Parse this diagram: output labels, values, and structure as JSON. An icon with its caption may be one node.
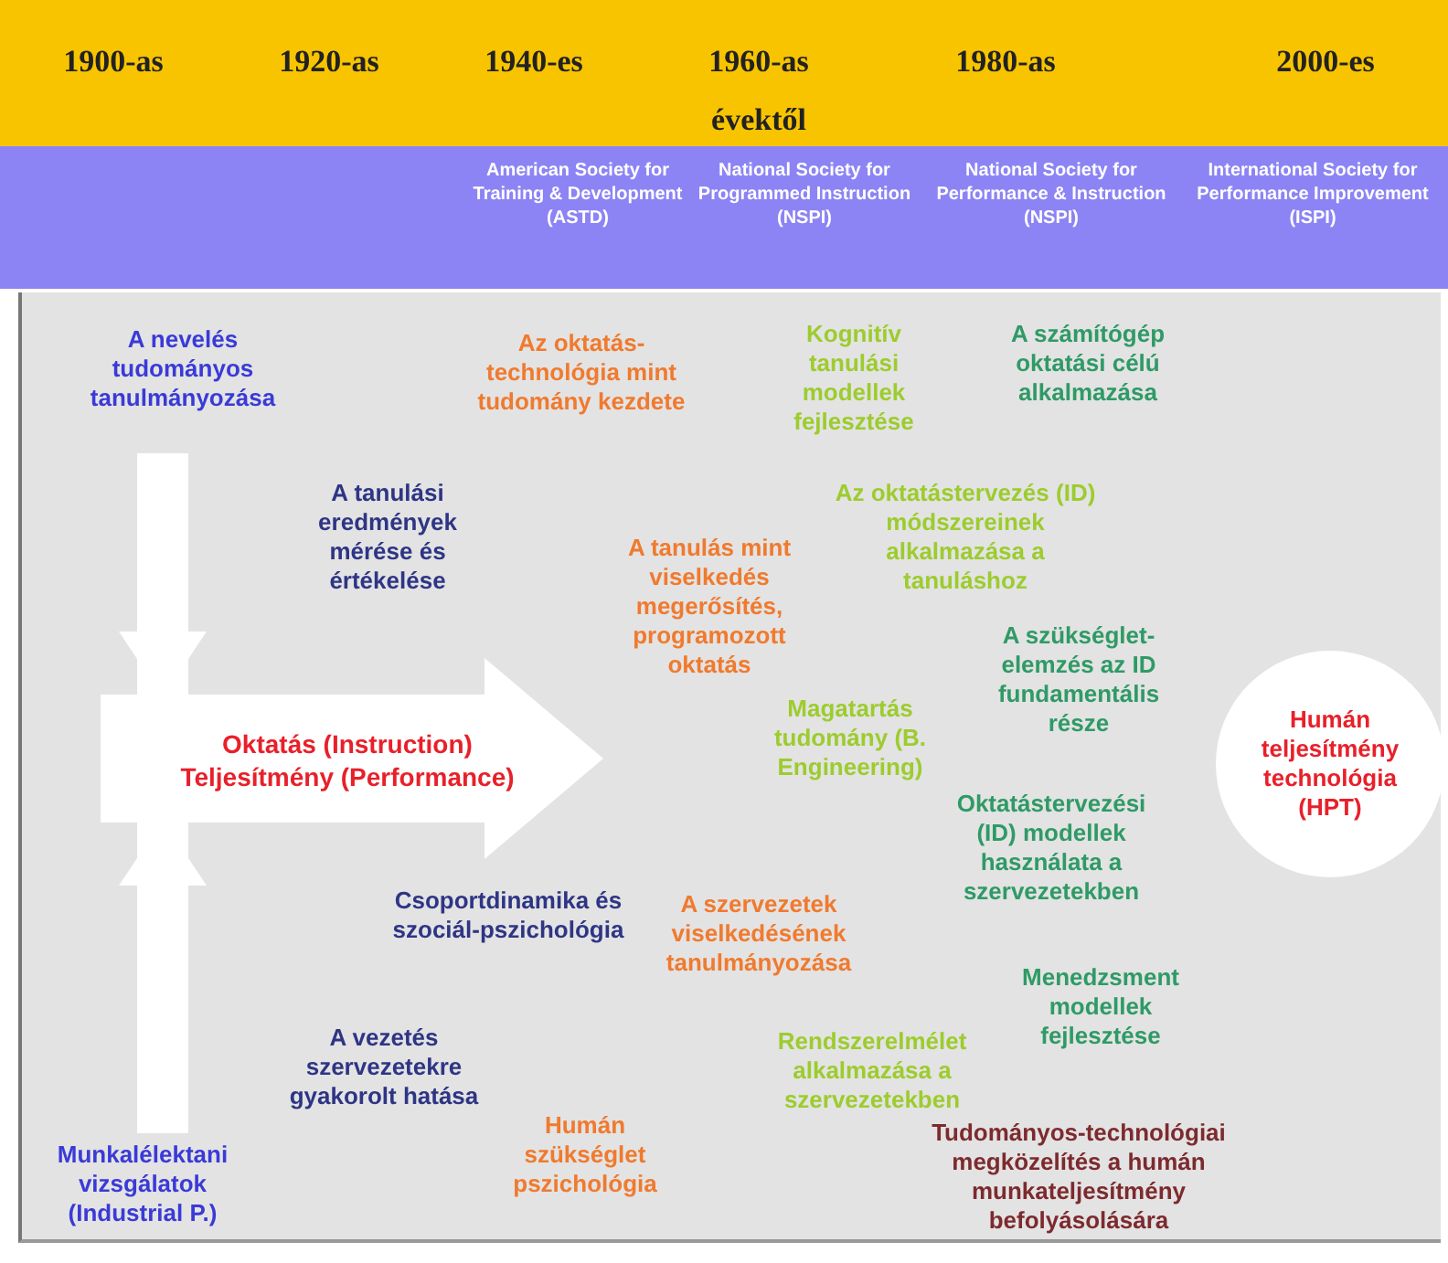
{
  "diagram": {
    "nodes": [
      {
        "text": [
          "A nevelés tudományos tanulmányozása"
        ]
      },
      {
        "text": [
          "Oktatás (Instruction)",
          "Teljesítmény (Performance)"
        ]
      },
      {
        "text": [
          "Humán teljesítmény technológia (HPT)"
        ]
      },
      {
        "text": [
          "Munkalélektani vizsgálatok (Industrial P.)"
        ]
      }
    ],
    "edges": [
      {
        "from": 0,
        "to": 1,
        "arrow": "to"
      },
      {
        "from": 3,
        "to": 1,
        "arrow": "to"
      }
    ],
    "labels": [
      "1900-as",
      "1920-as",
      "1940-es",
      "1960-as",
      "1980-as",
      "2000-es",
      "évektől",
      "American Society for Training & Development (ASTD)",
      "National Society for Programmed Instruction (NSPI)",
      "National Society for Performance & Instruction (NSPI)",
      "International Society for Performance Improvement (ISPI)",
      "Az oktatás-technológia mint tudomány kezdete",
      "Kognitív tanulási modellek fejlesztése",
      "A számítógép oktatási célú alkalmazása",
      "A tanulási eredmények mérése és értékelése",
      "Az oktatástervezés (ID) módszereinek alkalmazása a tanuláshoz",
      "A tanulás mint viselkedés megerősítés, programozott oktatás",
      "A szükséglet-elemzés az ID fundamentális része",
      "Magatartás tudomány (B. Engineering)",
      "Oktatástervezési (ID) modellek használata a szervezetekben",
      "Csoportdinamika és szociál-pszichológia",
      "A szervezetek viselkedésének tanulmányozása",
      "Menedzsment modellek fejlesztése",
      "A vezetés szervezetekre gyakorolt hatása",
      "Rendszerelmélet alkalmazása a szervezetekben",
      "Humán szükséglet pszichológia",
      "Tudományos-technológiai megközelítés a humán munkateljesítmény befolyásolására"
    ]
  }
}
